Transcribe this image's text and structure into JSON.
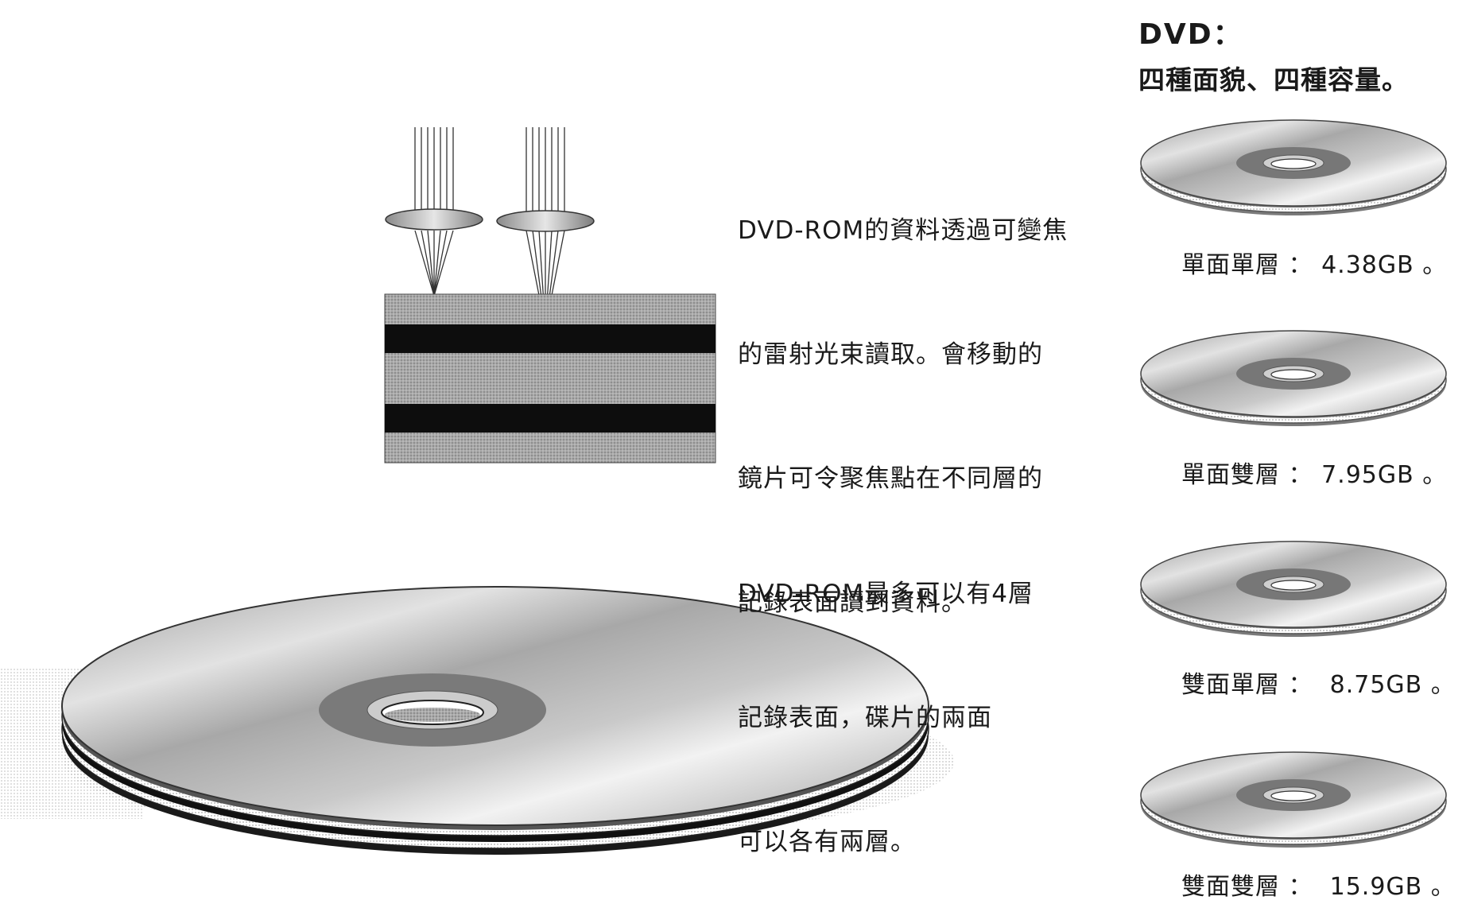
{
  "header": {
    "title": "DVD：",
    "subtitle": "四種面貌、四種容量。"
  },
  "laser_text": {
    "line1": "DVD-ROM的資料透過可變焦",
    "line2": "的雷射光束讀取。會移動的",
    "line3": "鏡片可令聚焦點在不同層的",
    "line4": "記錄表面讀到資料。"
  },
  "layers_text": {
    "line1": "DVD-ROM最多可以有4層",
    "line2": "記錄表面，碟片的兩面",
    "line3": "可以各有兩層。"
  },
  "formats": [
    {
      "caption": "單面單層 ： 4.38GB 。"
    },
    {
      "caption": "單面雙層 ： 7.95GB 。"
    },
    {
      "caption": "雙面單層 ：  8.75GB 。"
    },
    {
      "caption": "雙面雙層 ：  15.9GB 。"
    }
  ],
  "colors": {
    "ink": "#1a1a1a",
    "disc_gray": "#b8b8b8",
    "layer_black": "#0d0d0d",
    "substrate_gray": "#9a9a9a"
  }
}
